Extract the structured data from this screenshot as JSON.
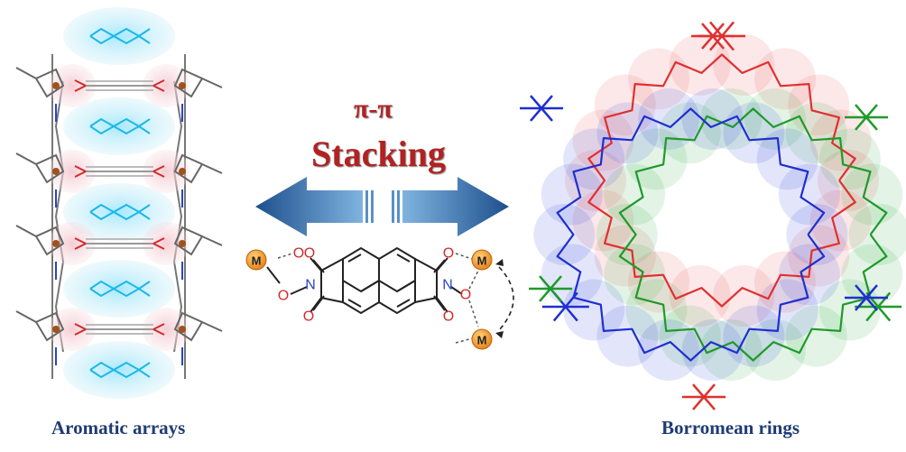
{
  "captions": {
    "left": "Aromatic arrays",
    "right": "Borromean rings"
  },
  "center": {
    "title_line1": "π-π",
    "title_line2": "Stacking"
  },
  "molecule": {
    "metal_label": "M",
    "oxygen_label": "O",
    "nitrogen_label": "N"
  },
  "colors": {
    "caption": "#1f3c74",
    "title": "#b22222",
    "arrow": "#2f6aa6",
    "metal": "#f39a2e",
    "oxygen": "#d42a2a",
    "nitrogen": "#2a44c8",
    "ring_red": "#e03030",
    "ring_green": "#1f9a2a",
    "ring_blue": "#1f2fd0",
    "stack_cyan": "#1ab8e8"
  }
}
